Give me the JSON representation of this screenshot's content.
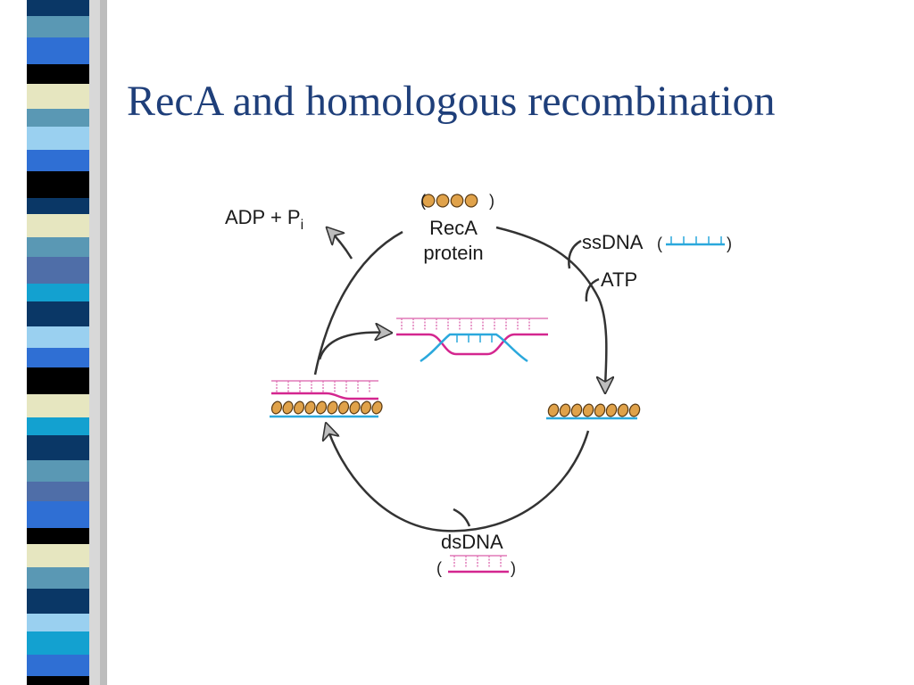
{
  "slide": {
    "title": "RecA and homologous recombination",
    "stripe_colors": [
      "#0a3766",
      "#5a98b4",
      "#2f6fd4",
      "#000000",
      "#e6e6c0",
      "#9ad0f0",
      "#4f6ea8",
      "#13a1d0"
    ]
  },
  "diagram": {
    "labels": {
      "adp": "ADP + P",
      "adp_sub": "i",
      "reca_line1": "RecA",
      "reca_line2": "protein",
      "ssdna": "ssDNA",
      "atp": "ATP",
      "dsdna": "dsDNA",
      "paren_open": "(",
      "paren_close": ")"
    },
    "colors": {
      "arrow": "#333333",
      "reca_fill": "#e0a24a",
      "reca_stroke": "#5a3b14",
      "ssdna": "#2aa8dc",
      "dsdna": "#d4268f",
      "dsdna_light": "#e07ab8"
    }
  }
}
